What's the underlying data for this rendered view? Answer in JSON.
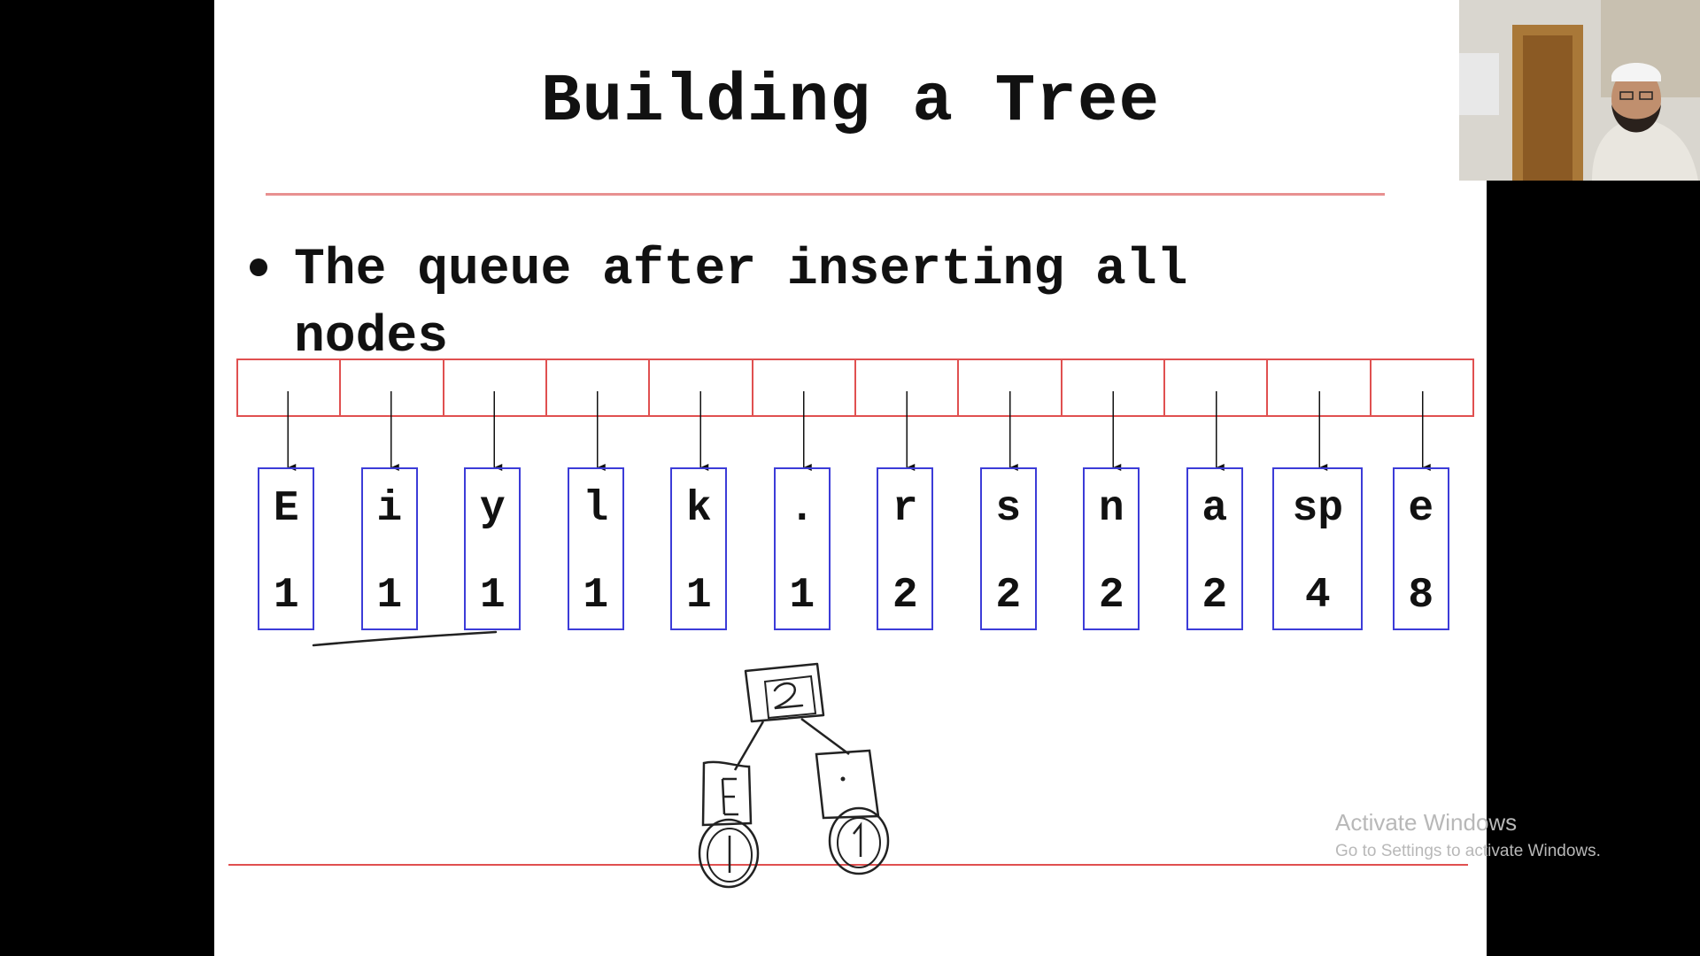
{
  "slide": {
    "title": "Building a Tree",
    "bullet": "The queue after inserting all nodes"
  },
  "queue_nodes": [
    {
      "symbol": "E",
      "count": "1"
    },
    {
      "symbol": "i",
      "count": "1"
    },
    {
      "symbol": "y",
      "count": "1"
    },
    {
      "symbol": "l",
      "count": "1"
    },
    {
      "symbol": "k",
      "count": "1"
    },
    {
      "symbol": ".",
      "count": "1"
    },
    {
      "symbol": "r",
      "count": "2"
    },
    {
      "symbol": "s",
      "count": "2"
    },
    {
      "symbol": "n",
      "count": "2"
    },
    {
      "symbol": "a",
      "count": "2"
    },
    {
      "symbol": "sp",
      "count": "4"
    },
    {
      "symbol": "e",
      "count": "8"
    }
  ],
  "handwritten_tree": {
    "root": "2",
    "left_child": {
      "symbol": "E",
      "count": "1"
    },
    "right_child": {
      "symbol": ".",
      "count": "1"
    }
  },
  "watermark": {
    "title": "Activate Windows",
    "subtitle": "Go to Settings to activate Windows."
  },
  "colors": {
    "queue_border": "#e05050",
    "node_border": "#3c3cd8",
    "slide_background": "#ffffff",
    "letterbox": "#000000"
  }
}
